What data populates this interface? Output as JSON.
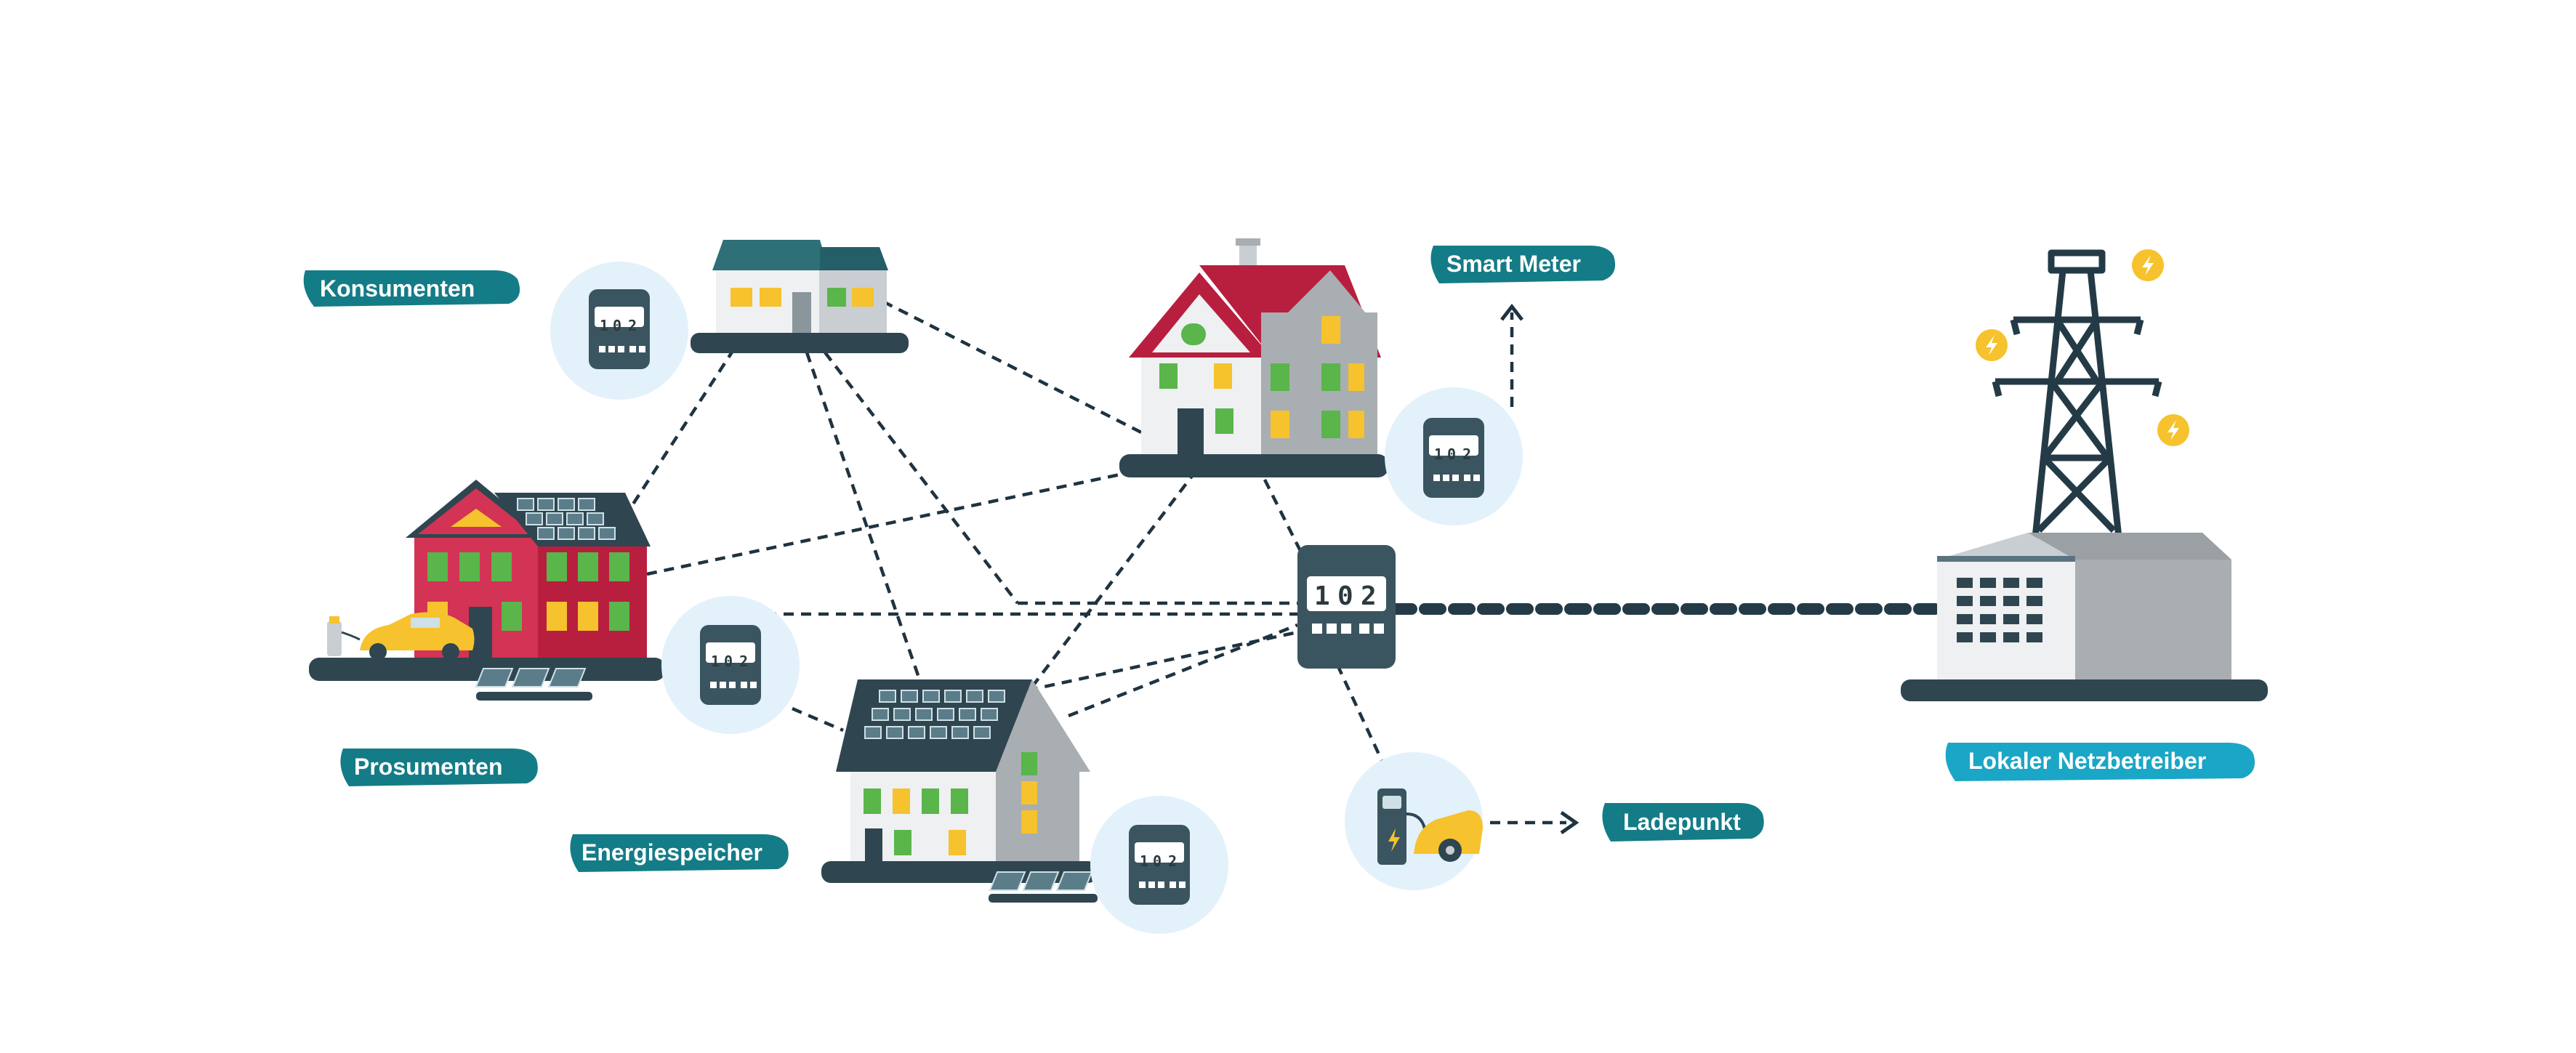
{
  "labels": {
    "consumers": "Konsumenten",
    "prosumers": "Prosumenten",
    "storage": "Energiespeicher",
    "smart_meter": "Smart Meter",
    "charging_point": "Ladepunkt",
    "grid_operator": "Lokaler Netzbetreiber"
  },
  "meter_readout": {
    "digit_1": "1",
    "digit_2": "0",
    "digit_3": "2"
  },
  "colors": {
    "label_teal": "#147c86",
    "label_cyan": "#1aa6c6",
    "dark_slate": "#2f4650",
    "meter_bg": "#e3f1fb",
    "connection": "#1f3340",
    "house_red": "#d33355",
    "roof_crimson": "#b81f3f",
    "window_yellow": "#f6c22d",
    "window_green": "#5ab54b",
    "bolt_yellow": "#f6c22d"
  },
  "icons": [
    "consumer-house-icon",
    "prosumer-house-icon",
    "storage-house-icon",
    "smart-meter-house-icon",
    "meter-icon",
    "central-meter-icon",
    "charging-station-icon",
    "electric-car-icon",
    "solar-panel-icon",
    "power-pylon-icon",
    "lightning-bolt-icon",
    "substation-building-icon",
    "arrow-up-icon",
    "arrow-right-icon"
  ]
}
